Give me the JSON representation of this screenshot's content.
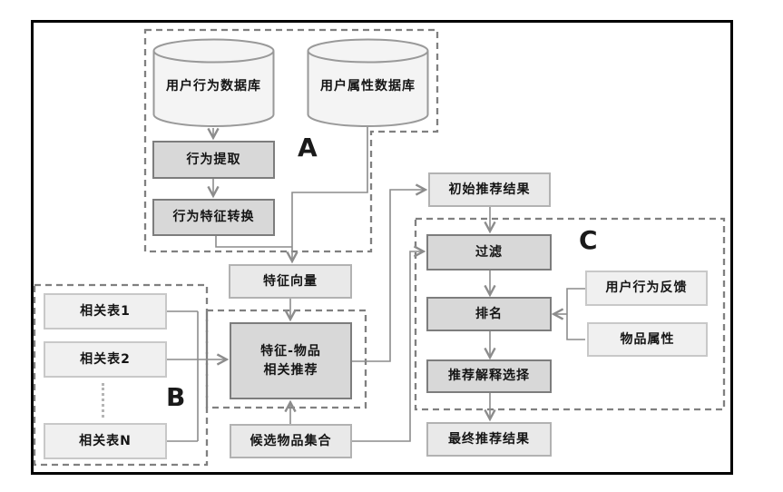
{
  "sections": {
    "a": "A",
    "b": "B",
    "c": "C"
  },
  "nodes": {
    "db_behavior": "用户行为数据库",
    "db_attribute": "用户属性数据库",
    "behavior_extract": "行为提取",
    "behavior_feature_convert": "行为特征转换",
    "feature_vector": "特征向量",
    "related_table_1": "相关表1",
    "related_table_2": "相关表2",
    "related_table_n": "相关表N",
    "feature_item_line1": "特征-物品",
    "feature_item_line2": "相关推荐",
    "initial_result": "初始推荐结果",
    "filter": "过滤",
    "ranking": "排名",
    "user_feedback": "用户行为反馈",
    "item_attribute": "物品属性",
    "explain_select": "推荐解释选择",
    "final_result": "最终推荐结果",
    "candidate_set": "候选物品集合"
  },
  "colors": {
    "process_fill": "#d8d8d8",
    "process_border": "#7d7d7d",
    "data_fill": "#e9e9e9",
    "data_border": "#b2b2b2",
    "light_fill": "#f0f0f0",
    "cylinder_fill": "#f4f4f4",
    "cylinder_border": "#999999",
    "wire": "#8c8c8c",
    "dashed_border": "#808080",
    "frame": "#000000"
  }
}
